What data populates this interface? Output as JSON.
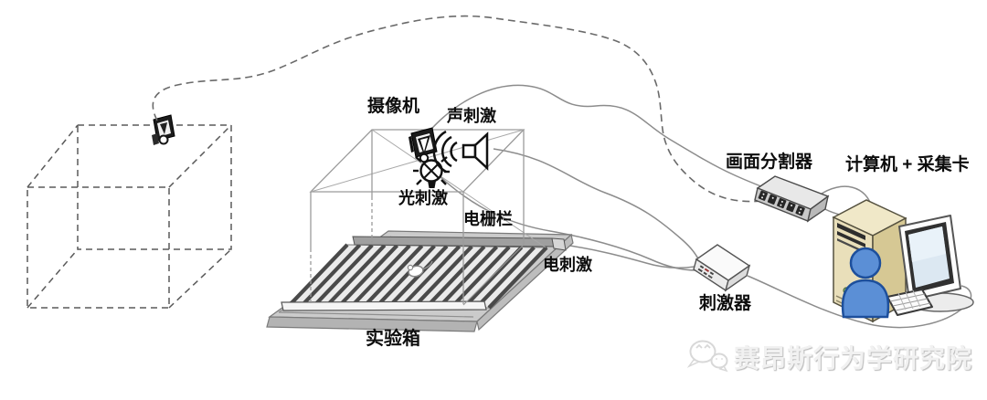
{
  "labels": {
    "camera": "摄像机",
    "sound_stimulus": "声刺激",
    "light_stimulus": "光刺激",
    "electric_grid": "电栅栏",
    "electric_stimulus": "电刺激",
    "experiment_box": "实验箱",
    "video_splitter": "画面分割器",
    "stimulator": "刺激器",
    "computer_acquisition": "计算机 + 采集卡"
  },
  "watermark": {
    "text": "赛昂斯行为学研究院",
    "icon": "wechat-chat-bubbles"
  },
  "icons": {
    "ceiling_camera": "video-camera-icon",
    "box_camera": "video-camera-icon",
    "speaker": "speaker-sound-waves-icon",
    "light": "light-bulb-icon",
    "mouse": "mouse-subject-figure",
    "person": "user-person-figure"
  },
  "colors": {
    "person_blue": "#5b8fd6",
    "person_outline": "#1d4f9c",
    "tower_front": "#e9dfba",
    "tower_side": "#d6c894",
    "tower_top": "#f0e8c8",
    "screen_blue": "#dce8f2",
    "base_gray": "#cbcbcb",
    "cable_gray": "#8c8c8c",
    "watermark_gray": "#d9d9d9"
  }
}
